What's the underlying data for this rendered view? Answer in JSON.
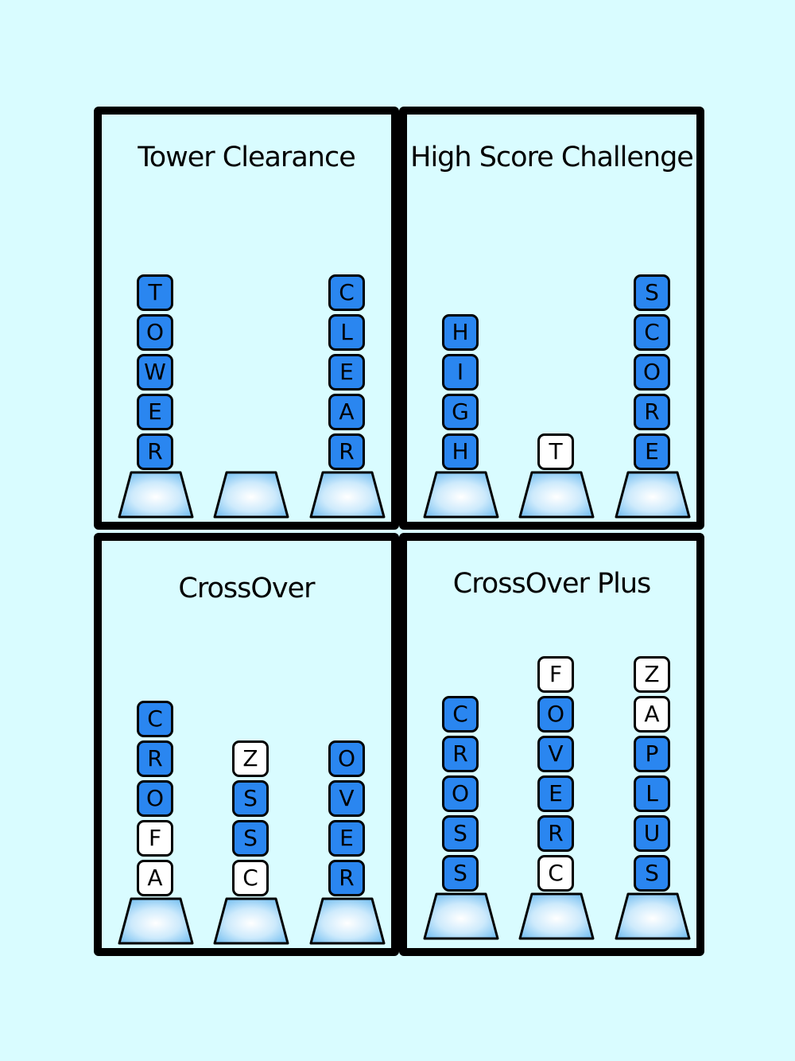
{
  "colors": {
    "background": "#d9fcff",
    "blue_tile": "#2a86f0",
    "white_tile": "#ffffff",
    "border": "#000000"
  },
  "panels": [
    {
      "title": "Tower Clearance",
      "towers": [
        {
          "tiles": [
            {
              "letter": "T",
              "style": "blue"
            },
            {
              "letter": "O",
              "style": "blue"
            },
            {
              "letter": "W",
              "style": "blue"
            },
            {
              "letter": "E",
              "style": "blue"
            },
            {
              "letter": "R",
              "style": "blue"
            }
          ]
        },
        {
          "tiles": []
        },
        {
          "tiles": [
            {
              "letter": "C",
              "style": "blue"
            },
            {
              "letter": "L",
              "style": "blue"
            },
            {
              "letter": "E",
              "style": "blue"
            },
            {
              "letter": "A",
              "style": "blue"
            },
            {
              "letter": "R",
              "style": "blue"
            }
          ]
        }
      ]
    },
    {
      "title": "High Score Challenge",
      "towers": [
        {
          "tiles": [
            {
              "letter": "H",
              "style": "blue"
            },
            {
              "letter": "I",
              "style": "blue"
            },
            {
              "letter": "G",
              "style": "blue"
            },
            {
              "letter": "H",
              "style": "blue"
            }
          ]
        },
        {
          "tiles": [
            {
              "letter": "T",
              "style": "white"
            }
          ]
        },
        {
          "tiles": [
            {
              "letter": "S",
              "style": "blue"
            },
            {
              "letter": "C",
              "style": "blue"
            },
            {
              "letter": "O",
              "style": "blue"
            },
            {
              "letter": "R",
              "style": "blue"
            },
            {
              "letter": "E",
              "style": "blue"
            }
          ]
        }
      ]
    },
    {
      "title": "CrossOver",
      "towers": [
        {
          "tiles": [
            {
              "letter": "C",
              "style": "blue"
            },
            {
              "letter": "R",
              "style": "blue"
            },
            {
              "letter": "O",
              "style": "blue"
            },
            {
              "letter": "F",
              "style": "white"
            },
            {
              "letter": "A",
              "style": "white"
            }
          ]
        },
        {
          "tiles": [
            {
              "letter": "Z",
              "style": "white"
            },
            {
              "letter": "S",
              "style": "blue"
            },
            {
              "letter": "S",
              "style": "blue"
            },
            {
              "letter": "C",
              "style": "white"
            }
          ]
        },
        {
          "tiles": [
            {
              "letter": "O",
              "style": "blue"
            },
            {
              "letter": "V",
              "style": "blue"
            },
            {
              "letter": "E",
              "style": "blue"
            },
            {
              "letter": "R",
              "style": "blue"
            }
          ]
        }
      ]
    },
    {
      "title": "CrossOver Plus",
      "towers": [
        {
          "tiles": [
            {
              "letter": "C",
              "style": "blue"
            },
            {
              "letter": "R",
              "style": "blue"
            },
            {
              "letter": "O",
              "style": "blue"
            },
            {
              "letter": "S",
              "style": "blue"
            },
            {
              "letter": "S",
              "style": "blue"
            }
          ]
        },
        {
          "tiles": [
            {
              "letter": "F",
              "style": "white"
            },
            {
              "letter": "O",
              "style": "blue"
            },
            {
              "letter": "V",
              "style": "blue"
            },
            {
              "letter": "E",
              "style": "blue"
            },
            {
              "letter": "R",
              "style": "blue"
            },
            {
              "letter": "C",
              "style": "white"
            }
          ]
        },
        {
          "tiles": [
            {
              "letter": "Z",
              "style": "white"
            },
            {
              "letter": "A",
              "style": "white"
            },
            {
              "letter": "P",
              "style": "blue"
            },
            {
              "letter": "L",
              "style": "blue"
            },
            {
              "letter": "U",
              "style": "blue"
            },
            {
              "letter": "S",
              "style": "blue"
            }
          ]
        }
      ]
    }
  ]
}
